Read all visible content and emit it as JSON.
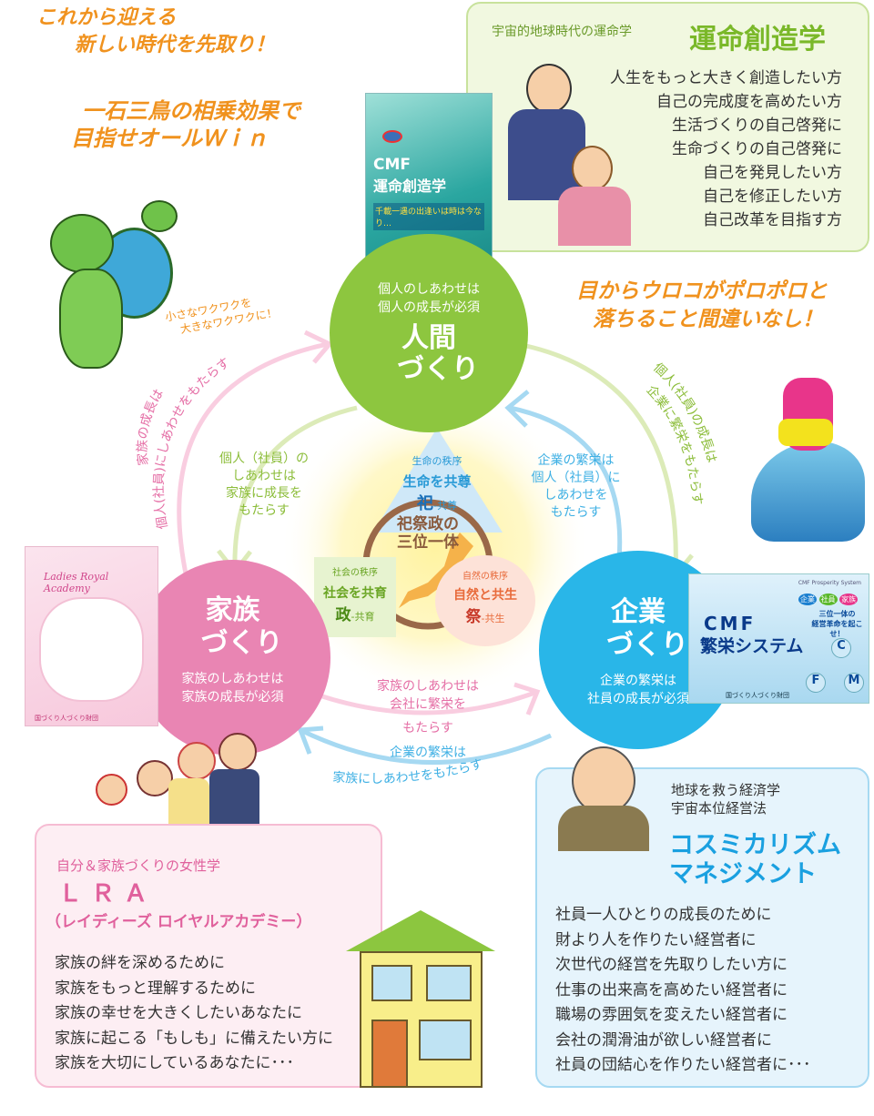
{
  "headline": {
    "line1": "これから迎える",
    "line2": "新しい時代を先取り！",
    "line3": "一石三鳥の相乗効果で",
    "line4": "目指せオールＷｉｎ"
  },
  "turtle_caption": {
    "line1": "小さなワクワクを",
    "line2": "大きなワクワクに！"
  },
  "fate_box": {
    "subtitle": "宇宙的地球時代の運命学",
    "title": "運命創造学",
    "items": [
      "人生をもっと大きく創造したい方",
      "自己の完成度を高めたい方",
      "生活づくりの自己啓発に",
      "生命づくりの自己啓発に",
      "自己を発見したい方",
      "自己を修正したい方",
      "自己改革を目指す方"
    ]
  },
  "book_fate": {
    "title_en": "CMF",
    "title": "運命創造学",
    "tagline": "千載一遇の出逢いは時は今なり…"
  },
  "slogan_right": {
    "line1": "目からウロコがポロポロと",
    "line2": "落ちること間違いなし！"
  },
  "human_circle": {
    "sub1": "個人のしあわせは",
    "sub2": "個人の成長が必須",
    "title1": "人間",
    "title2": "づくり"
  },
  "family_circle": {
    "title1": "家族",
    "title2": "づくり",
    "sub1": "家族のしあわせは",
    "sub2": "家族の成長が必須"
  },
  "corp_circle": {
    "title1": "企業",
    "title2": "づくり",
    "sub1": "企業の繁栄は",
    "sub2": "社員の成長が必須"
  },
  "arrows": {
    "family_to_human_1": "家族の成長は",
    "family_to_human_2": "個人(社員)にしあわせをもたらす",
    "human_to_corp_1": "個人(社員)の成長は",
    "human_to_corp_2": "企業に繁栄をもたらす",
    "human_to_family": [
      "個人（社員）の",
      "しあわせは",
      "家族に成長を",
      "もたらす"
    ],
    "corp_to_human": [
      "企業の繁栄は",
      "個人（社員）に",
      "しあわせを",
      "もたらす"
    ],
    "family_to_corp": [
      "家族のしあわせは",
      "会社に繁栄を",
      "もたらす"
    ],
    "corp_to_family_1": "企業の繁栄は",
    "corp_to_family_2": "家族にしあわせをもたらす"
  },
  "center": {
    "life_order": "生命の秩序",
    "life_title": "生命を共尊",
    "life_kanji": "祀",
    "life_suffix": "-共尊",
    "core1": "祀祭政の",
    "core2": "三位一体",
    "society_order": "社会の秩序",
    "society_title": "社会を共育",
    "society_kanji": "政",
    "society_suffix": "-共育",
    "nature_order": "自然の秩序",
    "nature_title": "自然と共生",
    "nature_kanji": "祭",
    "nature_suffix": "-共生"
  },
  "book_lra": {
    "title": "Ladies Royal Academy",
    "publisher": "国づくり人づくり財団"
  },
  "book_cmf": {
    "title_en": "CMF",
    "title": "繁栄システム",
    "tags": [
      "企業",
      "社員",
      "家族"
    ],
    "tagline1": "三位一体の",
    "tagline2": "経営革命を起こせ！",
    "nodes": [
      "C",
      "F",
      "M"
    ],
    "header": "CMF Prosperity System",
    "publisher": "国づくり人づくり財団"
  },
  "lra_box": {
    "subtitle": "自分＆家族づくりの女性学",
    "title": "ＬＲＡ",
    "title_sub": "（レイディーズ ロイヤルアカデミー）",
    "items": [
      "家族の絆を深めるために",
      "家族をもっと理解するために",
      "家族の幸せを大きくしたいあなたに",
      "家族に起こる「もしも」に備えたい方に",
      "家族を大切にしているあなたに･･･"
    ]
  },
  "cosmic_box": {
    "subtitle1": "地球を救う経済学",
    "subtitle2": "宇宙本位経営法",
    "title1": "コスミカリズム",
    "title2": "マネジメント",
    "items": [
      "社員一人ひとりの成長のために",
      "財より人を作りたい経営者に",
      "次世代の経営を先取りしたい方に",
      "仕事の出来高を高めたい経営者に",
      "職場の雰囲気を変えたい経営者に",
      "会社の潤滑油が欲しい経営者に",
      "社員の団結心を作りたい経営者に･･･"
    ]
  },
  "colors": {
    "green": "#8dc63f",
    "pink": "#e985b3",
    "blue": "#29b6e8",
    "orange": "#f0921e"
  }
}
